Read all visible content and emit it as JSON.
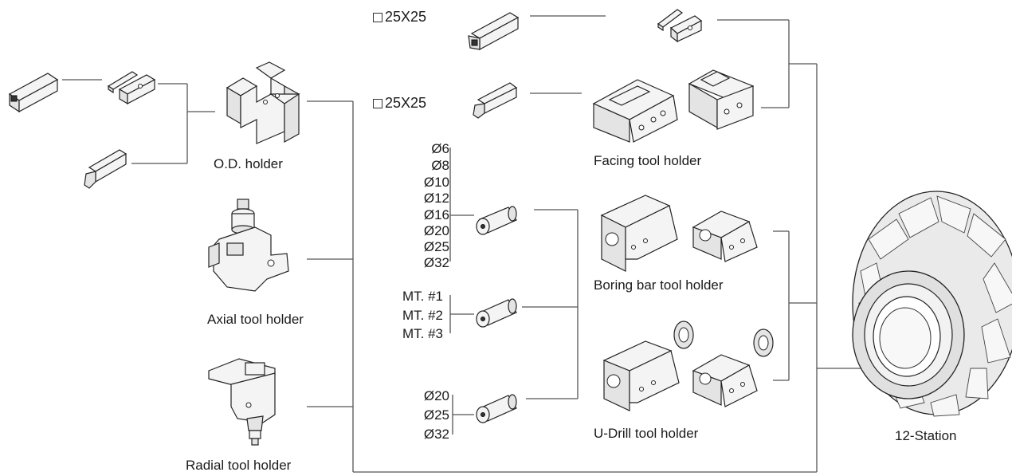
{
  "labels": {
    "od_holder": "O.D. holder",
    "axial_holder": "Axial tool holder",
    "radial_holder": "Radial tool holder",
    "facing_holder": "Facing tool holder",
    "boring_holder": "Boring bar tool holder",
    "udrill_holder": "U-Drill tool holder",
    "station": "12-Station"
  },
  "square_sizes": [
    "25X25",
    "25X25"
  ],
  "boring_sizes": [
    "Ø6",
    "Ø8",
    "Ø10",
    "Ø12",
    "Ø16",
    "Ø20",
    "Ø25",
    "Ø32"
  ],
  "mt_sizes": [
    "MT. #1",
    "MT. #2",
    "MT. #3"
  ],
  "udrill_sizes": [
    "Ø20",
    "Ø25",
    "Ø32"
  ],
  "icons": {
    "square_symbol": "square-outline",
    "tool_shank": "tool-shank-icon",
    "wedge_clamp": "wedge-clamp-icon",
    "sleeve": "sleeve-icon",
    "turret": "turret-disc-icon"
  }
}
